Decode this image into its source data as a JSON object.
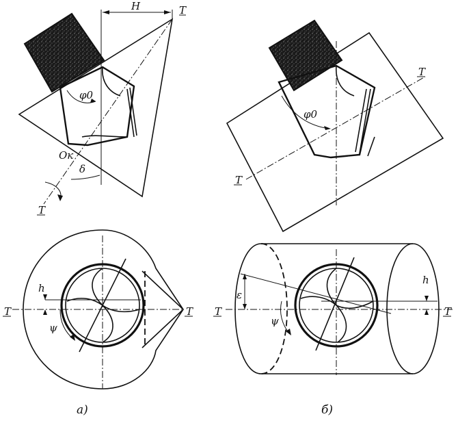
{
  "labels": {
    "axis_T": "T",
    "dim_H": "H",
    "phi0": "φ0",
    "origin_Ok": "Oк",
    "delta": "δ",
    "h": "h",
    "psi": "ψ",
    "epsilon": "ε"
  },
  "captions": {
    "a": "а)",
    "b": "б)"
  },
  "colors": {
    "ink": "#111111",
    "paper": "#ffffff"
  }
}
